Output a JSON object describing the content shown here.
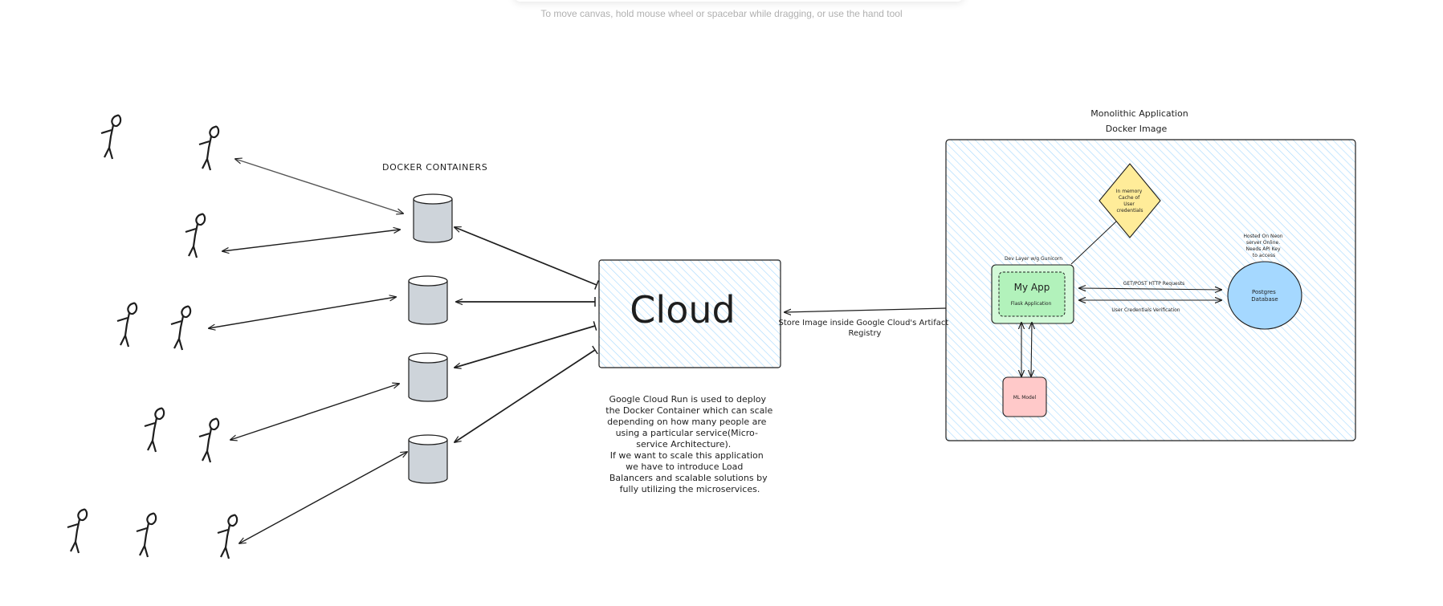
{
  "canvas_hint": "To move canvas, hold mouse wheel or spacebar while dragging, or use the hand tool",
  "docker_containers_label": "DOCKER CONTAINERS",
  "cloud_label": "Cloud",
  "store_image_label": [
    "Store Image inside Google Cloud's Artifact",
    "Registry"
  ],
  "description_lines": [
    "Google Cloud Run is used to deploy",
    "the Docker Container which can scale",
    "depending on how many people are",
    "using a particular service(Micro-",
    "service Architecture).",
    "If we want to scale this application",
    "we have to introduce Load",
    "Balancers and scalable solutions by",
    "fully utilizing the microservices."
  ],
  "monolith_title": "Monolithic Application",
  "docker_image_label": "Docker Image",
  "dev_layer_label": "Dev Layer w/g Gunicorn",
  "my_app_label": "My App",
  "flask_label": "Flask Application",
  "cache_lines": [
    "In memory",
    "Cache of",
    "User",
    "credentials"
  ],
  "db_note_lines": [
    "Hosted On Neon",
    "server Online.",
    "Needs API Key",
    "to access"
  ],
  "db_lines": [
    "Postgres",
    "Database"
  ],
  "get_post_label": "GET/POST HTTP Requests",
  "user_verif_label": "User Credentials Verification",
  "ml_model_label": "ML Model",
  "colors": {
    "stroke": "#1e1e1e",
    "hatch_blue": "#a5d8ff",
    "cache_yellow": "#ffec99",
    "app_green": "#b2f2bb",
    "db_blue": "#a5d8ff",
    "ml_red": "#ffc9c9",
    "container_gray": "#ced4da"
  }
}
